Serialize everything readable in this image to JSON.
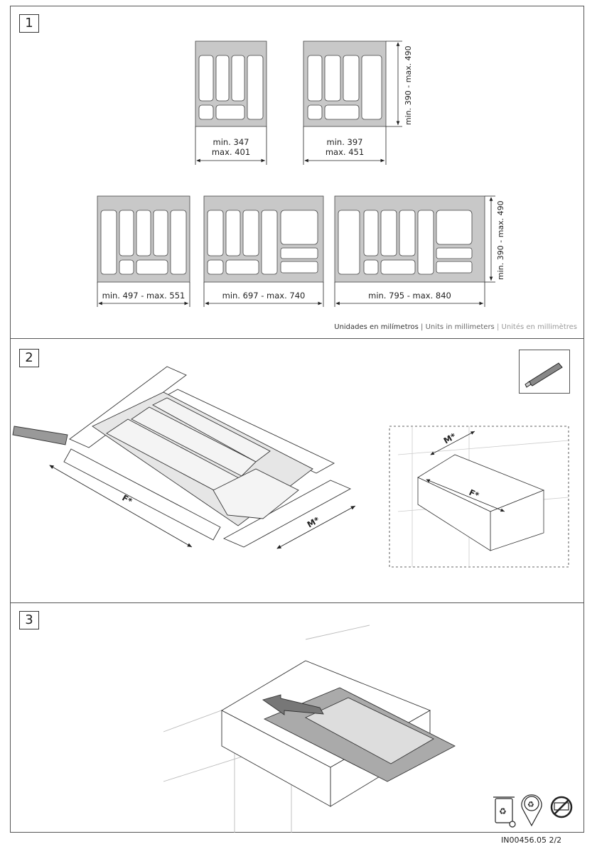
{
  "sections": [
    {
      "number": "1"
    },
    {
      "number": "2"
    },
    {
      "number": "3"
    }
  ],
  "section1": {
    "top_row": [
      {
        "width_min": "min. 347",
        "width_max": "max. 401"
      },
      {
        "width_min": "min. 397",
        "width_max": "max. 451"
      }
    ],
    "bottom_row": [
      {
        "width": "min. 497 - max. 551"
      },
      {
        "width": "min. 697 - max. 740"
      },
      {
        "width": "min. 795 - max. 840"
      }
    ],
    "depth": "min. 390 - max. 490",
    "units": {
      "es": "Unidades en milímetros",
      "en": "Units in millimeters",
      "fr": "Unités en millimètres",
      "sep": " | "
    }
  },
  "section2": {
    "front_label": "F*",
    "side_label": "M*"
  },
  "footer": {
    "code": "IN00456.05 2/2"
  },
  "icons": [
    "cutter-knife-icon",
    "recycle-bin-icon",
    "recycle-location-icon",
    "no-brush-icon"
  ]
}
